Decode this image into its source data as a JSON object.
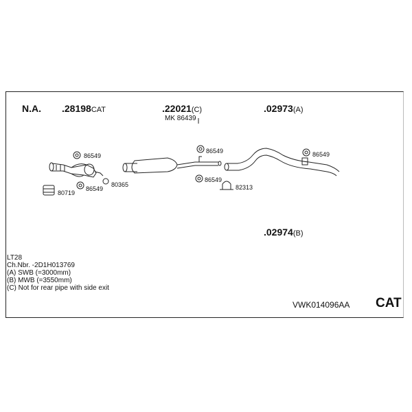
{
  "header": {
    "na_label": "N.A.",
    "part1": {
      "num": ".28198",
      "suffix": "CAT"
    },
    "part2": {
      "num": ".22021",
      "suffix": "(C)"
    },
    "part2_sub": "MK 86439",
    "part3": {
      "num": ".02973",
      "suffix": "(A)"
    },
    "part4": {
      "num": ".02974",
      "suffix": "(B)"
    }
  },
  "refs": {
    "r86549_a": "86549",
    "r86549_b": "86549",
    "r86549_c": "86549",
    "r86549_d": "86549",
    "r86549_e": "86549",
    "r80365": "80365",
    "r80719": "80719",
    "r82313": "82313"
  },
  "notes": [
    "LT28",
    "Ch.Nbr. -2D1H013769",
    "(A) SWB (=3000mm)",
    "(B) MWB (=3550mm)",
    "(C) Not for rear pipe with side exit"
  ],
  "footer": {
    "code": "VWK014096AA",
    "badge": "CAT"
  },
  "icons": [
    "flange-icon",
    "gasket-icon",
    "clamp-icon",
    "bracket-icon"
  ]
}
